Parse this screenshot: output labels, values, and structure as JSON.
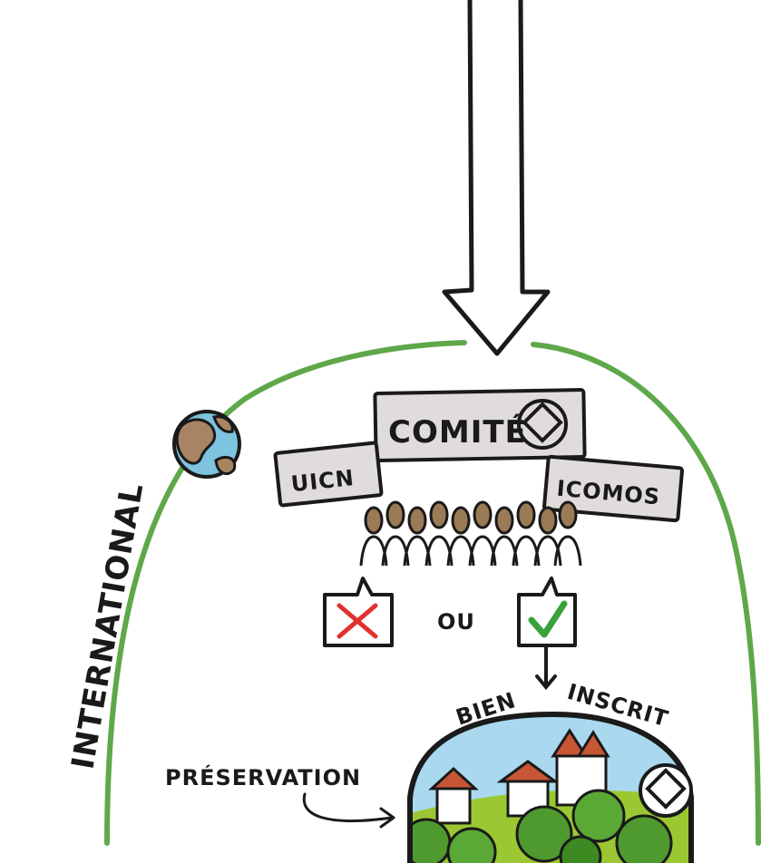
{
  "colors": {
    "ink": "#1a1a1a",
    "arc_green": "#5fa84a",
    "sign_fill": "#e0dcdb",
    "people_brown": "#9b7a56",
    "cross_red": "#e0322e",
    "check_green": "#3aa13b",
    "globe_water": "#7ec3e0",
    "globe_land": "#a98464",
    "sky": "#a9d8ef",
    "grass": "#9bc832",
    "roof": "#c65634"
  },
  "labels": {
    "committee": "COMITÉ",
    "uicn": "UICN",
    "icomos": "ICOMOS",
    "or": "OU",
    "bien": "BIEN",
    "inscrit": "INSCRIT",
    "preservation": "PRÉSERVATION",
    "international": "INTERNATIONAL"
  },
  "icons": [
    "down-arrow",
    "globe",
    "world-heritage-emblem",
    "cross",
    "check"
  ]
}
